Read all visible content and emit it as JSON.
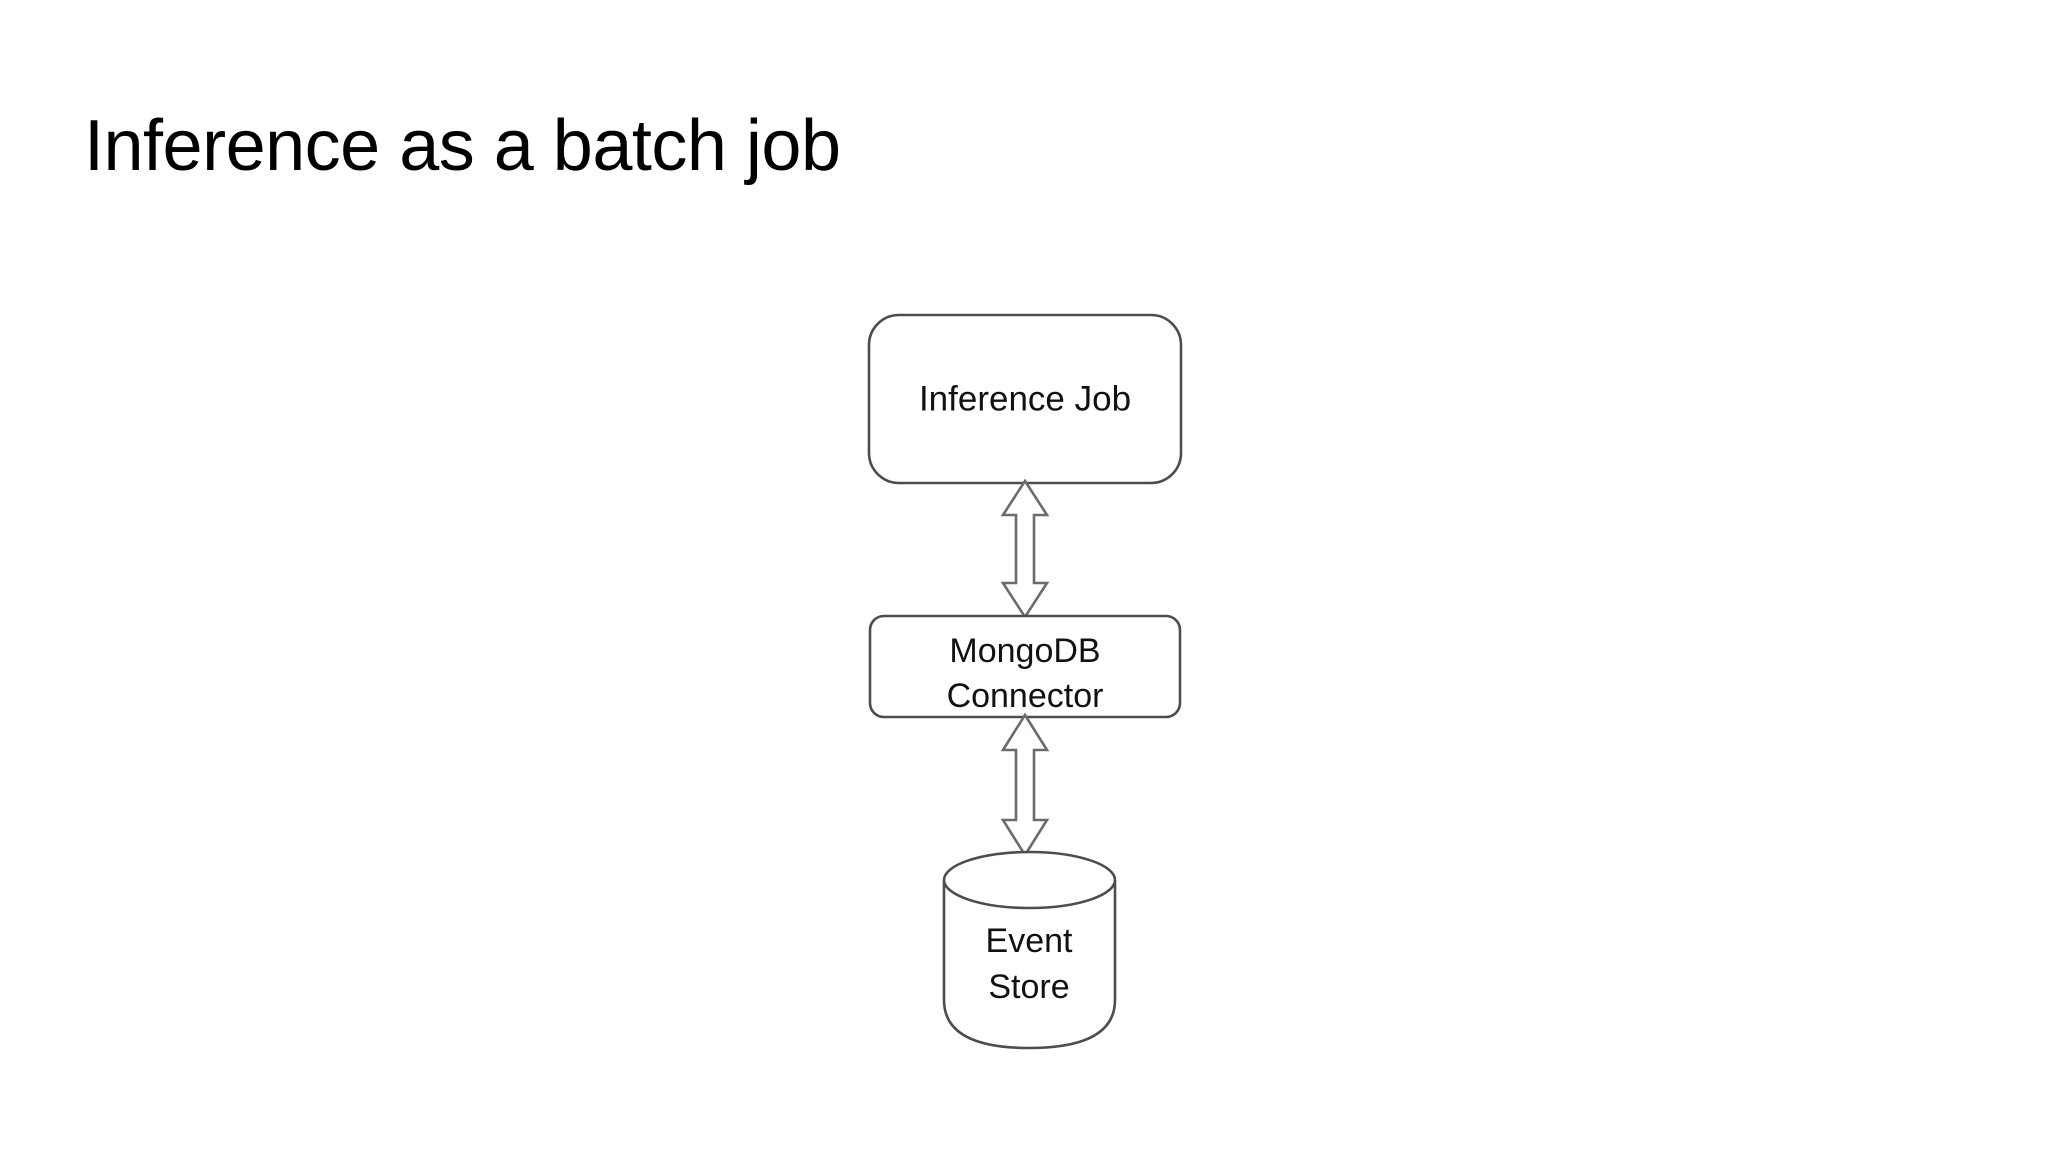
{
  "slide": {
    "title": "Inference as a batch job",
    "background_color": "#ffffff",
    "title_color": "#000000"
  },
  "diagram": {
    "type": "flow-diagram",
    "orientation": "vertical",
    "stroke_color": "#4d4d4d",
    "arrow_stroke_color": "#6b6b6b",
    "fill_color": "#ffffff",
    "nodes": [
      {
        "id": "inference-job",
        "shape": "rounded-rectangle",
        "label": "Inference Job",
        "lines": [
          "Inference Job"
        ]
      },
      {
        "id": "mongodb-connector",
        "shape": "rounded-rectangle",
        "label": "MongoDB Connector",
        "lines": [
          "MongoDB",
          "Connector"
        ]
      },
      {
        "id": "event-store",
        "shape": "cylinder",
        "label": "Event Store",
        "lines": [
          "Event",
          "Store"
        ]
      }
    ],
    "connectors": [
      {
        "id": "inference-job-to-mongodb-connector",
        "from": "inference-job",
        "to": "mongodb-connector",
        "style": "double-headed-block-arrow"
      },
      {
        "id": "mongodb-connector-to-event-store",
        "from": "mongodb-connector",
        "to": "event-store",
        "style": "double-headed-block-arrow"
      }
    ]
  }
}
